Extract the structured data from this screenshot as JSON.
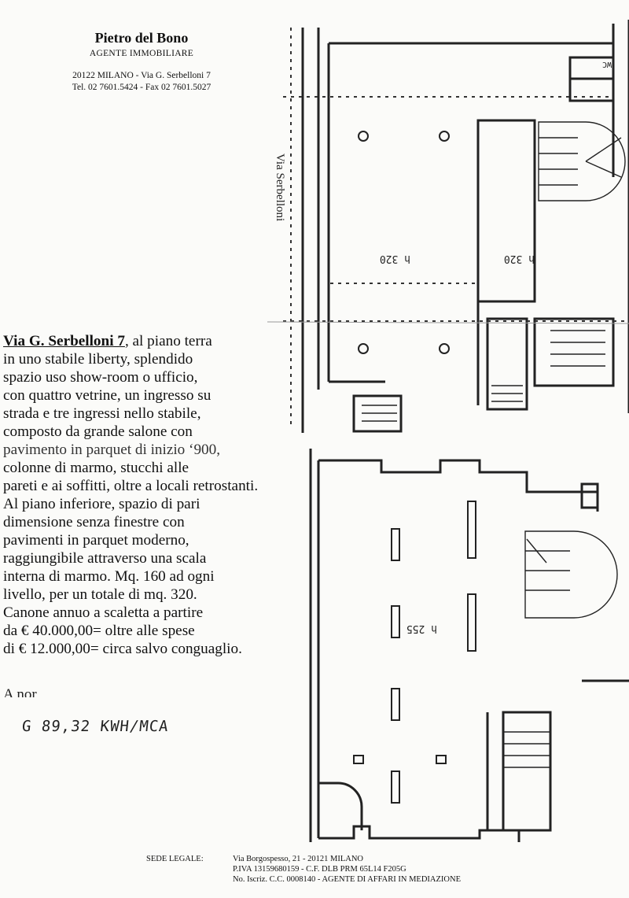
{
  "header": {
    "agent_name": "Pietro del Bono",
    "agent_title": "AGENTE IMMOBILIARE",
    "address": "20122 MILANO - Via G. Serbelloni 7",
    "contacts": "Tel. 02 7601.5424 - Fax 02 7601.5027"
  },
  "plan": {
    "street_label": "Via Serbelloni",
    "upper_area": "h 320",
    "upper_room": "h 320",
    "wc_label": "WC",
    "lower_area": "h 255"
  },
  "description": {
    "title": "Via G. Serbelloni 7",
    "line_0_rest": ", al piano terra",
    "lines": [
      "in uno stabile liberty, splendido",
      "spazio uso show-room o ufficio,",
      "con quattro vetrine, un ingresso su",
      "strada e tre ingressi nello stabile,",
      "composto da grande salone con",
      "pavimento in parquet di inizio ‘900,",
      "colonne di marmo, stucchi alle",
      "pareti e ai soffitti, oltre a locali retrostanti.",
      "Al piano inferiore, spazio di pari",
      "dimensione senza finestre con",
      "pavimenti in parquet moderno,",
      "raggiungibile attraverso una scala",
      "interna di marmo. Mq. 160 ad ogni",
      "livello, per un totale di mq. 320.",
      "Canone annuo a scaletta a partire",
      "da € 40.000,00= oltre alle spese",
      "di € 12.000,00= circa salvo conguaglio."
    ],
    "cut_line": "A                  nor"
  },
  "energy_note": "G 89,32 KWH/MCA",
  "footer": {
    "label": "SEDE LEGALE:",
    "line1": "Via Borgospesso, 21 - 20121 MILANO",
    "line2": "P.IVA 13159680159 - C.F. DLB PRM 65L14 F205G",
    "line3": "No. Iscriz. C.C. 0008140 - AGENTE DI AFFARI IN MEDIAZIONE"
  }
}
